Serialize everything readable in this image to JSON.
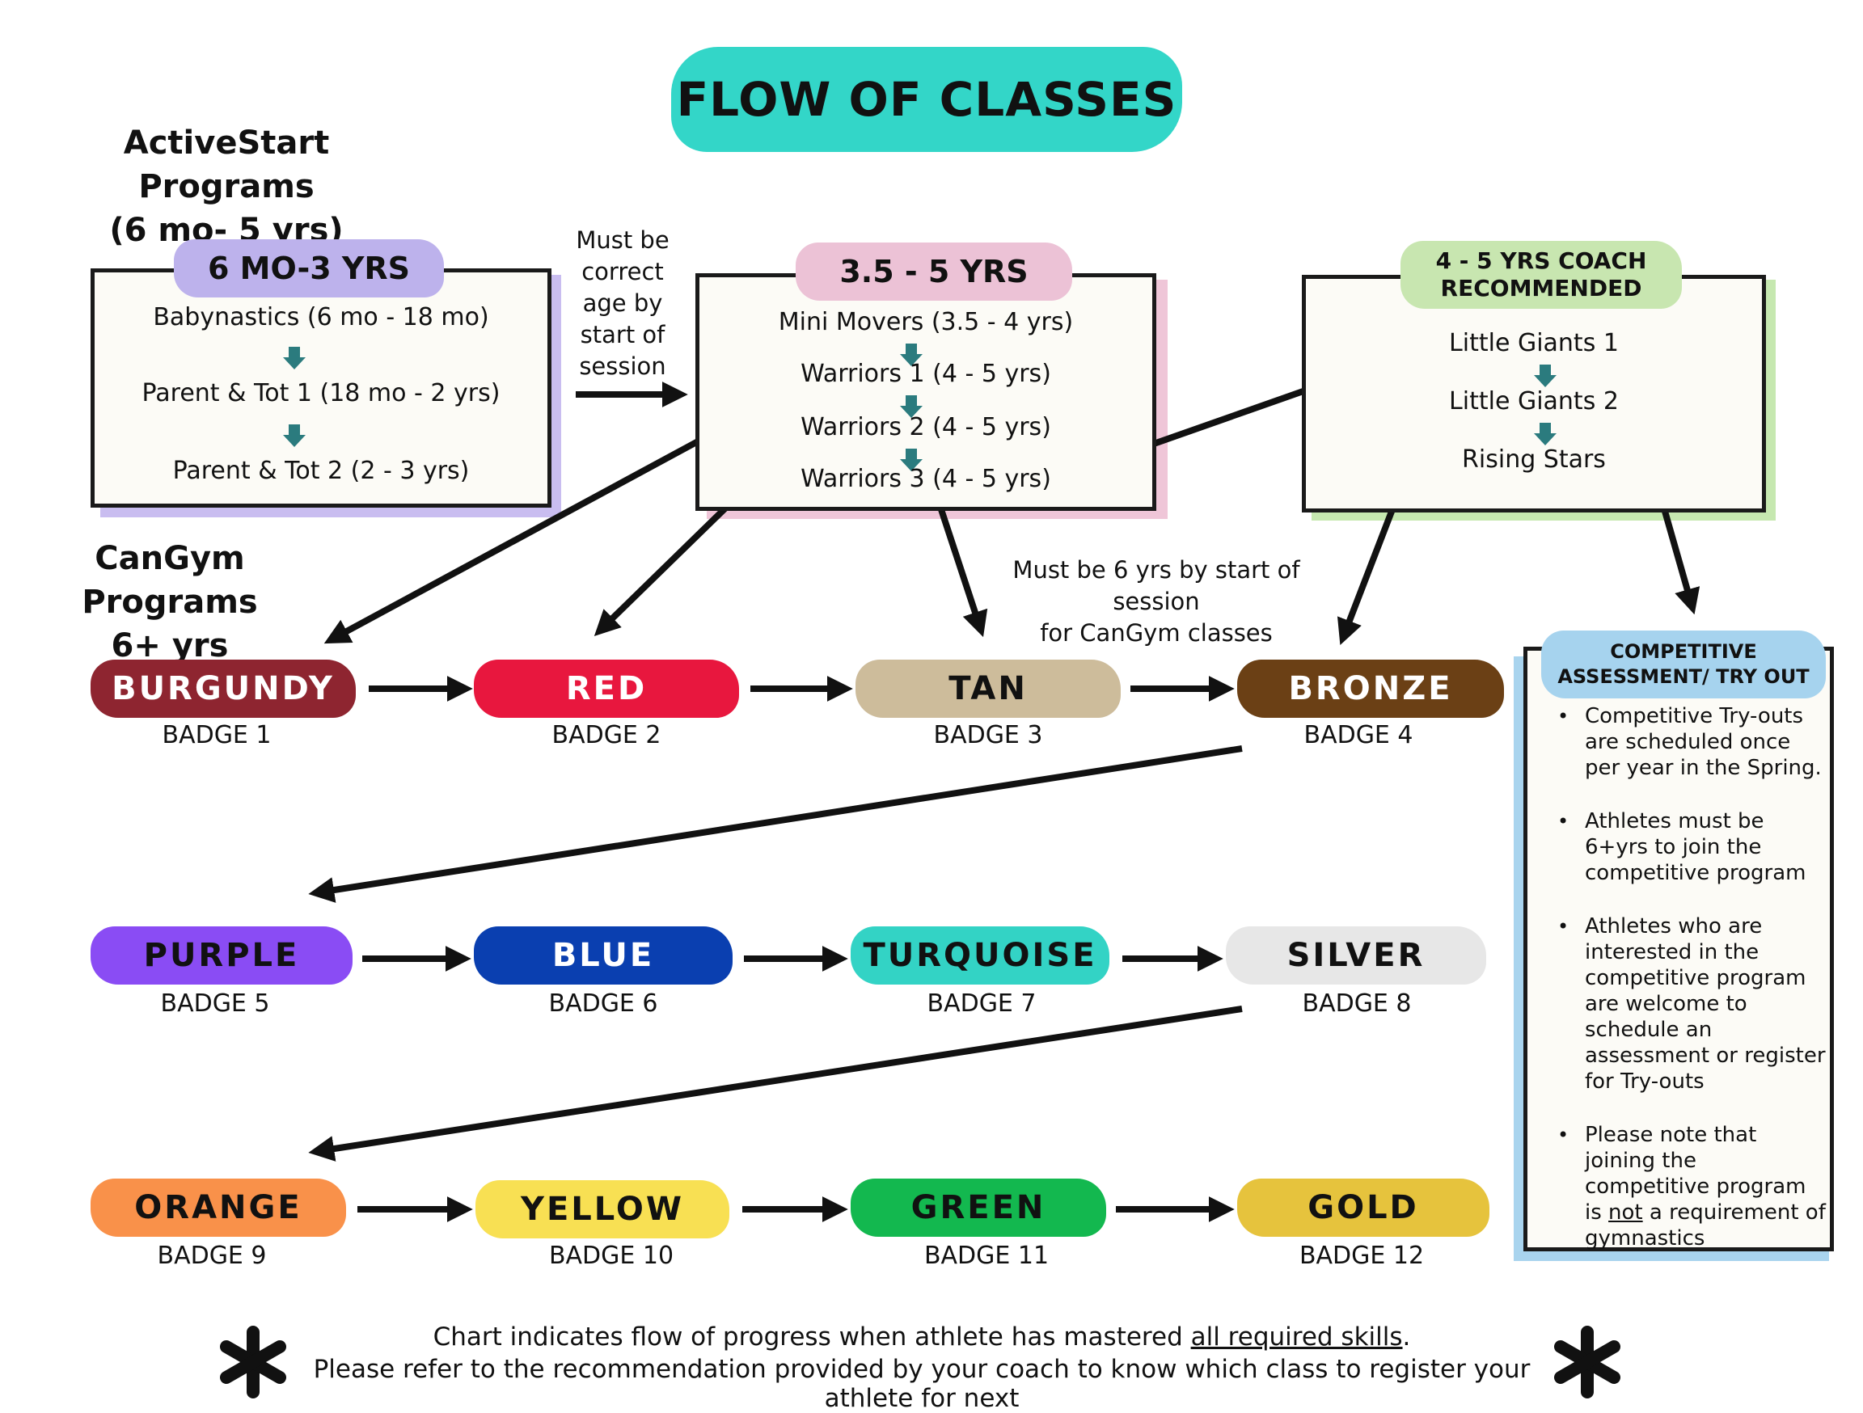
{
  "title": "FLOW OF CLASSES",
  "activestart": {
    "title": "ActiveStart Programs",
    "subtitle": "(6 mo- 5 yrs)"
  },
  "cangym": {
    "title": "CanGym Programs",
    "subtitle": "6+ yrs"
  },
  "box1": {
    "tag": "6 MO-3 YRS",
    "tag_color": "#bdb2ec",
    "items": [
      "Babynastics (6 mo - 18 mo)",
      "Parent & Tot 1 (18 mo - 2 yrs)",
      "Parent & Tot 2 (2 - 3 yrs)"
    ]
  },
  "box2": {
    "tag": "3.5 - 5 YRS",
    "tag_color": "#ecc2d6",
    "items": [
      "Mini Movers (3.5 - 4 yrs)",
      "Warriors 1  (4 - 5 yrs)",
      "Warriors 2  (4 - 5 yrs)",
      "Warriors 3  (4 - 5 yrs)"
    ]
  },
  "box3": {
    "tag_line1": "4 - 5 YRS COACH",
    "tag_line2": "RECOMMENDED",
    "tag_color": "#c8e6b0",
    "items": [
      "Little Giants 1",
      "Little Giants 2",
      "Rising Stars"
    ]
  },
  "note_age": [
    "Must be",
    "correct",
    "age by",
    "start of",
    "session"
  ],
  "note_six": [
    "Must be 6 yrs by start of session",
    "for CanGym classes"
  ],
  "badges": [
    {
      "name": "BURGUNDY",
      "label": "BADGE 1",
      "color": "#8e2530",
      "text_color": "#ffffff"
    },
    {
      "name": "RED",
      "label": "BADGE 2",
      "color": "#e8173e",
      "text_color": "#ffffff"
    },
    {
      "name": "TAN",
      "label": "BADGE 3",
      "color": "#cdbc9b",
      "text_color": "#111111"
    },
    {
      "name": "BRONZE",
      "label": "BADGE 4",
      "color": "#6b4015",
      "text_color": "#ffffff"
    },
    {
      "name": "PURPLE",
      "label": "BADGE 5",
      "color": "#8a4cf4",
      "text_color": "#111111"
    },
    {
      "name": "BLUE",
      "label": "BADGE 6",
      "color": "#0a3fb0",
      "text_color": "#ffffff"
    },
    {
      "name": "TURQUOISE",
      "label": "BADGE 7",
      "color": "#33d3c5",
      "text_color": "#111111"
    },
    {
      "name": "SILVER",
      "label": "BADGE 8",
      "color": "#e7e7e7",
      "text_color": "#111111"
    },
    {
      "name": "ORANGE",
      "label": "BADGE 9",
      "color": "#f9914a",
      "text_color": "#111111"
    },
    {
      "name": "YELLOW",
      "label": "BADGE 10",
      "color": "#f8e053",
      "text_color": "#111111"
    },
    {
      "name": "GREEN",
      "label": "BADGE 11",
      "color": "#13b84f",
      "text_color": "#111111"
    },
    {
      "name": "GOLD",
      "label": "BADGE 12",
      "color": "#e6c33d",
      "text_color": "#111111"
    }
  ],
  "competitive": {
    "tag_line1": "COMPETITIVE",
    "tag_line2": "ASSESSMENT/ TRY OUT",
    "tag_color": "#a6d3ee",
    "items": [
      "Competitive Try-outs are scheduled once per year in the Spring.",
      "Athletes must be 6+yrs to join the competitive program",
      "Athletes who are interested in the competitive program are welcome to schedule an assessment or register for Try-outs"
    ],
    "last_item": {
      "before": "Please note that joining the competitive program is ",
      "underlined": "not",
      "after": " a requirement of gymnastics"
    }
  },
  "footer": {
    "line1_before": "Chart indicates flow of progress when athlete has mastered ",
    "line1_underlined": "all required skills",
    "line1_after": ".",
    "line2": "Please refer to the recommendation provided by your coach to know which class to register your athlete for next"
  }
}
